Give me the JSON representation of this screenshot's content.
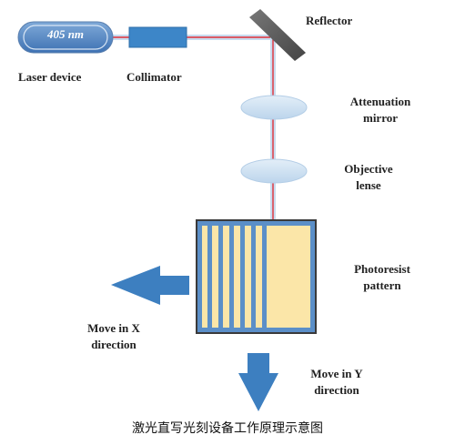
{
  "laser": {
    "wavelength": "405 nm",
    "label": "Laser device"
  },
  "collimator": {
    "label": "Collimator"
  },
  "reflector": {
    "label": "Reflector"
  },
  "attenuation": {
    "line1": "Attenuation",
    "line2": "mirror"
  },
  "objective": {
    "line1": "Objective",
    "line2": "lense"
  },
  "photoresist": {
    "line1": "Photoresist",
    "line2": "pattern"
  },
  "move_x": {
    "line1": "Move in X",
    "line2": "direction"
  },
  "move_y": {
    "line1": "Move in Y",
    "line2": "direction"
  },
  "caption": "激光直写光刻设备工作原理示意图",
  "colors": {
    "beam": "#e0303a",
    "optic_blue": "#3d86c8",
    "pattern_yellow": "#fbe6a8",
    "arrow_blue": "#3d7fc0",
    "frame": "#3a3a3a"
  }
}
